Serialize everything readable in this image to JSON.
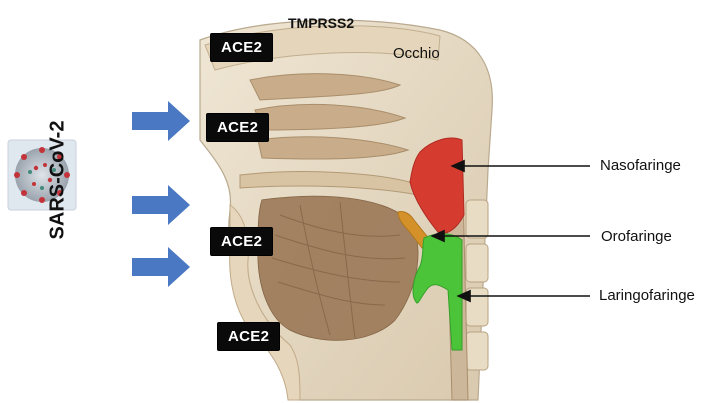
{
  "virus_label": "SARS-CoV-2",
  "receptors": {
    "tmprss2": "TMPRSS2",
    "ace2_top": "ACE2",
    "ace2_nasal": "ACE2",
    "ace2_oral": "ACE2",
    "ace2_bottom": "ACE2"
  },
  "eye_label": "Occhio",
  "regions": {
    "nasopharynx": "Nasofaringe",
    "oropharynx": "Orofaringe",
    "laryngopharynx": "Laringofaringe"
  },
  "colors": {
    "arrow_blue": "#4a78c2",
    "nasopharynx_red": "#d63b30",
    "oropharynx_orange": "#d4912a",
    "laryngopharynx_green": "#4cc43a",
    "tissue_beige": "#e8dcc6"
  }
}
